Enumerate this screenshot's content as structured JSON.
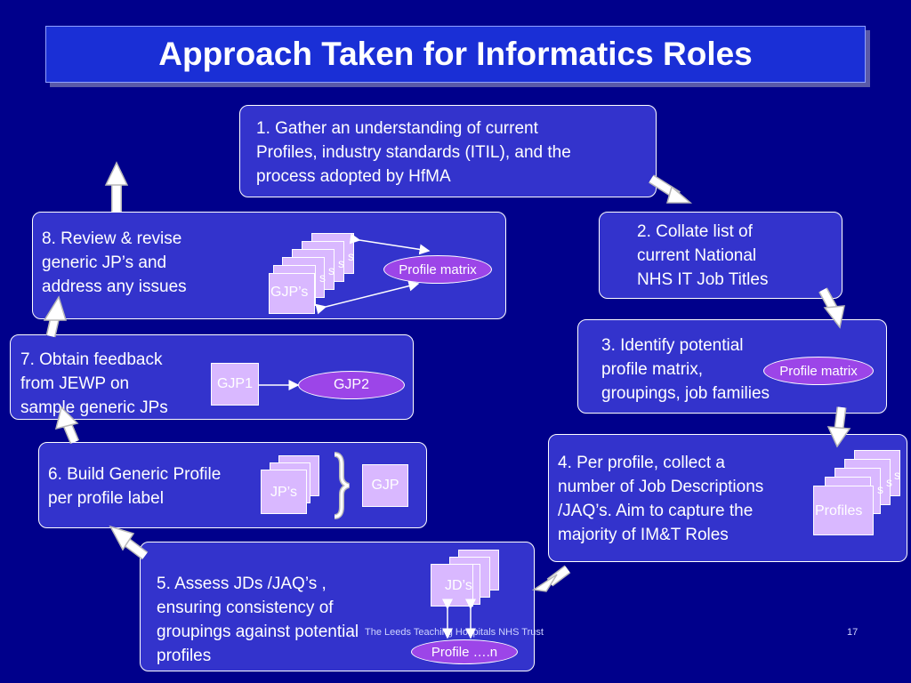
{
  "title": "Approach Taken for Informatics Roles",
  "steps": {
    "s1": "1. Gather an understanding of current\nProfiles, industry standards (ITIL), and the\nprocess adopted by HfMA",
    "s2": "2. Collate list of\ncurrent National\nNHS IT Job Titles",
    "s3": "3. Identify potential\nprofile matrix,\ngroupings, job families",
    "s4": "4. Per profile, collect a\nnumber of Job Descriptions\n/JAQ’s. Aim to capture the\nmajority of IM&T Roles",
    "s5": "5. Assess JDs /JAQ’s ,\nensuring consistency of\ngroupings against potential\nprofiles",
    "s6": "6. Build Generic Profile\nper profile label",
    "s7": "7. Obtain feedback\nfrom JEWP on\nsample generic JPs",
    "s8": "8. Review & revise\ngeneric JP’s and\naddress any issues"
  },
  "labels": {
    "gjps": "GJP’s",
    "profile_matrix": "Profile matrix",
    "gjp1": "GJP1",
    "gjp2": "GJP2",
    "jps": "JP’s",
    "gjp": "GJP",
    "jds": "JD’s",
    "profile_n": "Profile ….n",
    "profiles": "Profiles",
    "s": "s"
  },
  "footer": {
    "org": "The Leeds Teaching Hospitals NHS Trust",
    "page": "17"
  }
}
